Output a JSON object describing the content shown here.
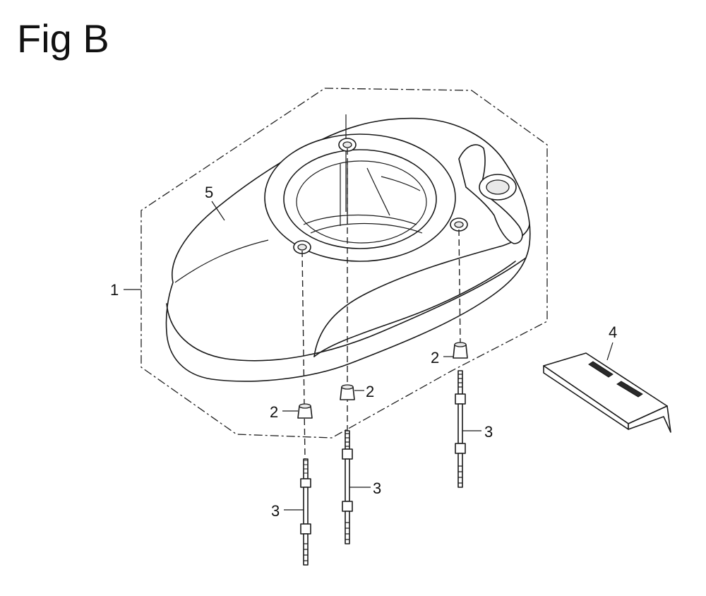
{
  "figure": {
    "title": "Fig B"
  },
  "callouts": {
    "c1": "1",
    "c2a": "2",
    "c2b": "2",
    "c2c": "2",
    "c3a": "3",
    "c3b": "3",
    "c3c": "3",
    "c4": "4",
    "c5": "5"
  }
}
